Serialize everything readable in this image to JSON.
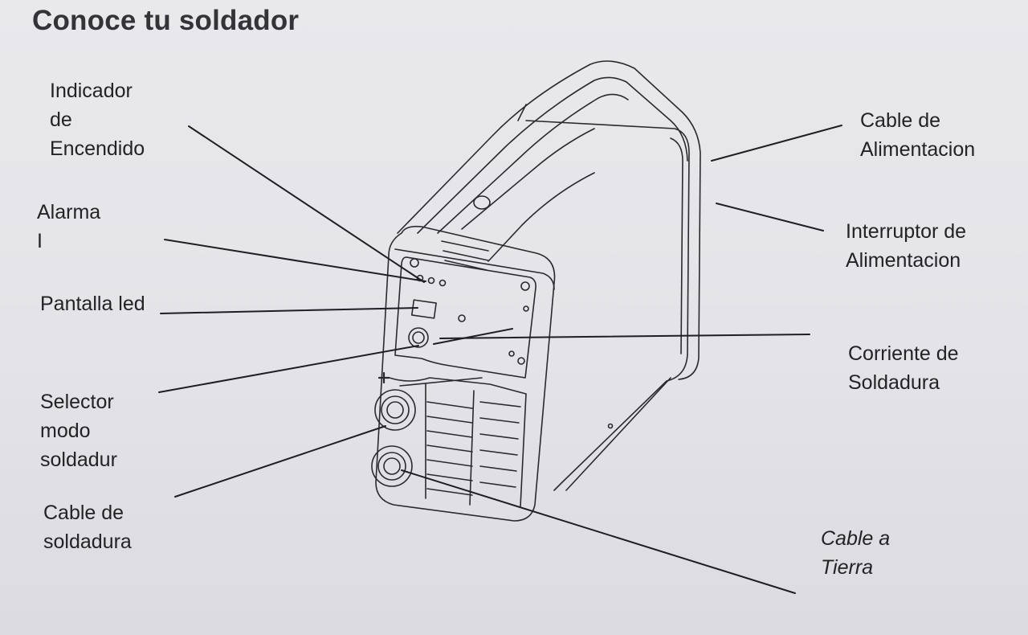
{
  "title": "Conoce tu soldador",
  "labels": {
    "indicador": [
      "Indicador",
      "de",
      "Encendido"
    ],
    "alarma": [
      "Alarma",
      "I"
    ],
    "pantalla": [
      "Pantalla led"
    ],
    "selector": [
      "Selector",
      "modo",
      "soldadur"
    ],
    "cable_soldadura": [
      "Cable de",
      "soldadura"
    ],
    "cable_alimentacion": [
      "Cable de",
      "Alimentacion"
    ],
    "interruptor": [
      "Interruptor de",
      "Alimentacion"
    ],
    "corriente": [
      "Corriente de",
      "Soldadura"
    ],
    "cable_tierra": [
      "Cable a",
      "Tierra"
    ]
  }
}
